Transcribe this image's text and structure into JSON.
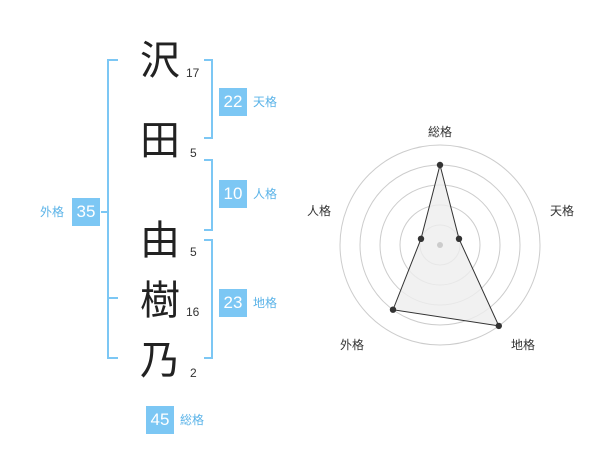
{
  "name": {
    "characters": [
      {
        "char": "沢",
        "strokes": "17"
      },
      {
        "char": "田",
        "strokes": "5"
      },
      {
        "char": "由",
        "strokes": "5"
      },
      {
        "char": "樹",
        "strokes": "16"
      },
      {
        "char": "乃",
        "strokes": "2"
      }
    ]
  },
  "kakusu": {
    "tenkaku": {
      "value": "22",
      "label": "天格"
    },
    "jinkaku": {
      "value": "10",
      "label": "人格"
    },
    "chikaku": {
      "value": "23",
      "label": "地格"
    },
    "gaikaku": {
      "value": "35",
      "label": "外格"
    },
    "soukaku": {
      "value": "45",
      "label": "総格"
    }
  },
  "colors": {
    "accent": "#7cc7f4",
    "bracket": "#7cc7f4",
    "label_text": "#5ab3e8",
    "radar_fill": "#eeeeee",
    "radar_line": "#333333",
    "grid": "#cccccc"
  },
  "chart_data": {
    "type": "radar",
    "axes": [
      "総格",
      "天格",
      "地格",
      "外格",
      "人格"
    ],
    "max": 5,
    "values": [
      4,
      1,
      5,
      4,
      1
    ]
  }
}
